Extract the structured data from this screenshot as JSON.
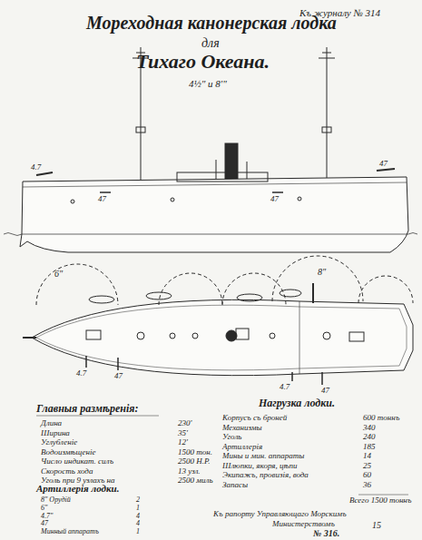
{
  "diagram": {
    "title": "Мореходная канонерская лодка",
    "labels": [
      "Къ журналу № 314",
      "для",
      "Тихаго Океана.",
      "4½\" и 8'\"",
      "4.7",
      "47",
      "47",
      "47",
      "6\"",
      "8\"",
      "4.7",
      "47",
      "4.7",
      "47",
      "Главныя размѣренія:",
      "Длина",
      "230'",
      "Ширина",
      "35'",
      "Углубленіе",
      "12'",
      "Водоизмѣщеніе",
      "1500 тон.",
      "Число индикат. силъ",
      "2500 H.P.",
      "Скорость хода",
      "13 узл.",
      "Уголь при 9 узлахъ на",
      "2500 миль",
      "Нагрузка лодки.",
      "Корпусъ съ броней",
      "600 тоннъ",
      "Механизмы",
      "340",
      "Уголь",
      "240",
      "Артиллерія",
      "185",
      "Мины и мин. аппараты",
      "14",
      "Шлюпки, якоря, цѣпи",
      "25",
      "Экипажъ, провизія, вода",
      "60",
      "Запасы",
      "36",
      "Всего 1500 тоннъ",
      "Артиллерія лодки.",
      "8\" Орудій",
      "2",
      "6\"",
      "1",
      "4.7\"",
      "4",
      "47",
      "4",
      "Минный аппаратъ",
      "1",
      "Къ рапорту Управляющаго Морскимъ",
      "Министерствомъ",
      "№ 316.",
      "15"
    ]
  }
}
